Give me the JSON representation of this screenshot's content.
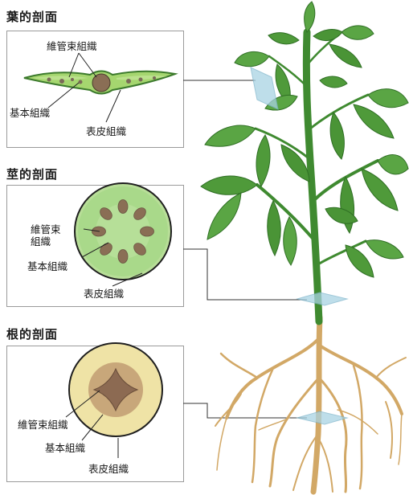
{
  "leaf": {
    "title": "葉的剖面",
    "vascular": "維管束組織",
    "ground": "基本組織",
    "epidermis": "表皮組織"
  },
  "stem": {
    "title": "莖的剖面",
    "vascular_line1": "維管束",
    "vascular_line2": "組織",
    "ground": "基本組織",
    "epidermis": "表皮組織"
  },
  "root": {
    "title": "根的剖面",
    "vascular": "維管束組織",
    "ground": "基本組織",
    "epidermis": "表皮組織"
  },
  "colors": {
    "leaf_green": "#9fd46a",
    "stem_green": "#a9d98a",
    "bundle_brown": "#8a6e55",
    "root_cream": "#efe3a6",
    "root_core": "#8c6a52",
    "foliage": "#4f9a3a",
    "root_tan": "#d2a866",
    "plane_blue": "#a9d3e3"
  }
}
